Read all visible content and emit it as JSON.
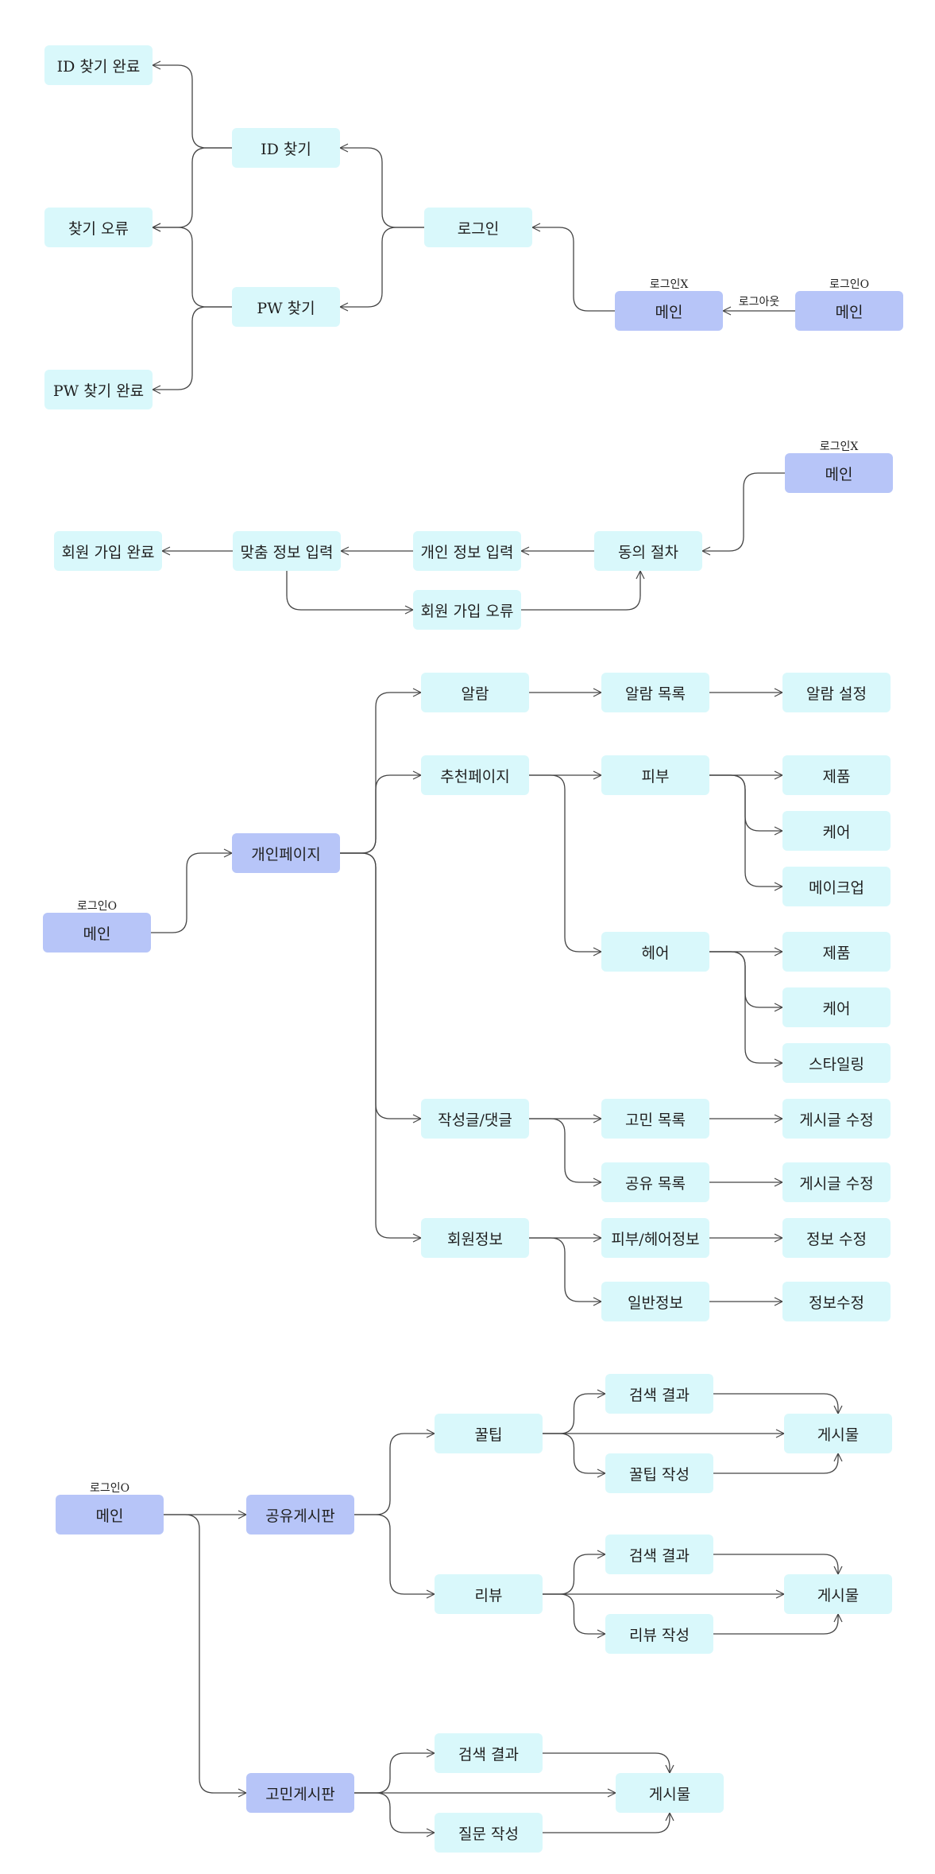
{
  "nodes": [
    {
      "id": "id_done",
      "label": "ID 찾기 완료",
      "kind": "normal"
    },
    {
      "id": "id_find",
      "label": "ID 찾기",
      "kind": "normal"
    },
    {
      "id": "find_err",
      "label": "찾기 오류",
      "kind": "normal"
    },
    {
      "id": "pw_find",
      "label": "PW 찾기",
      "kind": "normal"
    },
    {
      "id": "pw_done",
      "label": "PW 찾기 완료",
      "kind": "normal"
    },
    {
      "id": "login",
      "label": "로그인",
      "kind": "normal"
    },
    {
      "id": "main_x1",
      "label": "메인",
      "kind": "main",
      "tag": "로그인X"
    },
    {
      "id": "main_o1",
      "label": "메인",
      "kind": "main",
      "tag": "로그인O"
    },
    {
      "id": "main_x2",
      "label": "메인",
      "kind": "main",
      "tag": "로그인X"
    },
    {
      "id": "agree",
      "label": "동의 절차",
      "kind": "normal"
    },
    {
      "id": "personal_info",
      "label": "개인 정보 입력",
      "kind": "normal"
    },
    {
      "id": "custom_info",
      "label": "맞춤 정보 입력",
      "kind": "normal"
    },
    {
      "id": "signup_done",
      "label": "회원 가입 완료",
      "kind": "normal"
    },
    {
      "id": "signup_err",
      "label": "회원 가입 오류",
      "kind": "normal"
    },
    {
      "id": "main_o2",
      "label": "메인",
      "kind": "main",
      "tag": "로그인O"
    },
    {
      "id": "mypage",
      "label": "개인페이지",
      "kind": "main"
    },
    {
      "id": "alarm",
      "label": "알람",
      "kind": "normal"
    },
    {
      "id": "alarm_list",
      "label": "알람 목록",
      "kind": "normal"
    },
    {
      "id": "alarm_set",
      "label": "알람 설정",
      "kind": "normal"
    },
    {
      "id": "recommend",
      "label": "추천페이지",
      "kind": "normal"
    },
    {
      "id": "skin",
      "label": "피부",
      "kind": "normal"
    },
    {
      "id": "skin_prod",
      "label": "제품",
      "kind": "normal"
    },
    {
      "id": "skin_care",
      "label": "케어",
      "kind": "normal"
    },
    {
      "id": "skin_makeup",
      "label": "메이크업",
      "kind": "normal"
    },
    {
      "id": "hair",
      "label": "헤어",
      "kind": "normal"
    },
    {
      "id": "hair_prod",
      "label": "제품",
      "kind": "normal"
    },
    {
      "id": "hair_care",
      "label": "케어",
      "kind": "normal"
    },
    {
      "id": "hair_style",
      "label": "스타일링",
      "kind": "normal"
    },
    {
      "id": "posts",
      "label": "작성글/댓글",
      "kind": "normal"
    },
    {
      "id": "worry_list",
      "label": "고민 목록",
      "kind": "normal"
    },
    {
      "id": "worry_edit",
      "label": "게시글 수정",
      "kind": "normal"
    },
    {
      "id": "share_list",
      "label": "공유 목록",
      "kind": "normal"
    },
    {
      "id": "share_edit",
      "label": "게시글 수정",
      "kind": "normal"
    },
    {
      "id": "member",
      "label": "회원정보",
      "kind": "normal"
    },
    {
      "id": "skinhair_info",
      "label": "피부/헤어정보",
      "kind": "normal"
    },
    {
      "id": "info_edit",
      "label": "정보 수정",
      "kind": "normal"
    },
    {
      "id": "general_info",
      "label": "일반정보",
      "kind": "normal"
    },
    {
      "id": "info_edit2",
      "label": "정보수정",
      "kind": "normal"
    },
    {
      "id": "main_o3",
      "label": "메인",
      "kind": "main",
      "tag": "로그인O"
    },
    {
      "id": "share_board",
      "label": "공유게시판",
      "kind": "main"
    },
    {
      "id": "tips",
      "label": "꿀팁",
      "kind": "normal"
    },
    {
      "id": "tips_search",
      "label": "검색 결과",
      "kind": "normal"
    },
    {
      "id": "tips_post",
      "label": "게시물",
      "kind": "normal"
    },
    {
      "id": "tips_write",
      "label": "꿀팁 작성",
      "kind": "normal"
    },
    {
      "id": "review",
      "label": "리뷰",
      "kind": "normal"
    },
    {
      "id": "review_search",
      "label": "검색 결과",
      "kind": "normal"
    },
    {
      "id": "review_post",
      "label": "게시물",
      "kind": "normal"
    },
    {
      "id": "review_write",
      "label": "리뷰 작성",
      "kind": "normal"
    },
    {
      "id": "worry_board",
      "label": "고민게시판",
      "kind": "main"
    },
    {
      "id": "worry_search",
      "label": "검색 결과",
      "kind": "normal"
    },
    {
      "id": "worry_post",
      "label": "게시물",
      "kind": "normal"
    },
    {
      "id": "question_write",
      "label": "질문 작성",
      "kind": "normal"
    }
  ],
  "edges": [
    {
      "from": "main_x1",
      "to": "login"
    },
    {
      "from": "main_o1",
      "to": "main_x1",
      "label": "로그아웃"
    },
    {
      "from": "login",
      "to": "id_find"
    },
    {
      "from": "login",
      "to": "pw_find"
    },
    {
      "from": "id_find",
      "to": "id_done"
    },
    {
      "from": "id_find",
      "to": "find_err"
    },
    {
      "from": "pw_find",
      "to": "find_err"
    },
    {
      "from": "pw_find",
      "to": "pw_done"
    },
    {
      "from": "main_x2",
      "to": "agree"
    },
    {
      "from": "agree",
      "to": "personal_info"
    },
    {
      "from": "personal_info",
      "to": "custom_info"
    },
    {
      "from": "custom_info",
      "to": "signup_done"
    },
    {
      "from": "custom_info",
      "to": "signup_err"
    },
    {
      "from": "signup_err",
      "to": "agree"
    },
    {
      "from": "main_o2",
      "to": "mypage"
    },
    {
      "from": "mypage",
      "to": "alarm"
    },
    {
      "from": "mypage",
      "to": "recommend"
    },
    {
      "from": "mypage",
      "to": "posts"
    },
    {
      "from": "mypage",
      "to": "member"
    },
    {
      "from": "alarm",
      "to": "alarm_list"
    },
    {
      "from": "alarm_list",
      "to": "alarm_set"
    },
    {
      "from": "recommend",
      "to": "skin"
    },
    {
      "from": "recommend",
      "to": "hair"
    },
    {
      "from": "skin",
      "to": "skin_prod"
    },
    {
      "from": "skin",
      "to": "skin_care"
    },
    {
      "from": "skin",
      "to": "skin_makeup"
    },
    {
      "from": "hair",
      "to": "hair_prod"
    },
    {
      "from": "hair",
      "to": "hair_care"
    },
    {
      "from": "hair",
      "to": "hair_style"
    },
    {
      "from": "posts",
      "to": "worry_list"
    },
    {
      "from": "posts",
      "to": "share_list"
    },
    {
      "from": "worry_list",
      "to": "worry_edit"
    },
    {
      "from": "share_list",
      "to": "share_edit"
    },
    {
      "from": "member",
      "to": "skinhair_info"
    },
    {
      "from": "member",
      "to": "general_info"
    },
    {
      "from": "skinhair_info",
      "to": "info_edit"
    },
    {
      "from": "general_info",
      "to": "info_edit2"
    },
    {
      "from": "main_o3",
      "to": "share_board"
    },
    {
      "from": "main_o3",
      "to": "worry_board"
    },
    {
      "from": "share_board",
      "to": "tips"
    },
    {
      "from": "share_board",
      "to": "review"
    },
    {
      "from": "tips",
      "to": "tips_search"
    },
    {
      "from": "tips",
      "to": "tips_post"
    },
    {
      "from": "tips",
      "to": "tips_write"
    },
    {
      "from": "tips_search",
      "to": "tips_post"
    },
    {
      "from": "tips_write",
      "to": "tips_post"
    },
    {
      "from": "review",
      "to": "review_search"
    },
    {
      "from": "review",
      "to": "review_post"
    },
    {
      "from": "review",
      "to": "review_write"
    },
    {
      "from": "review_search",
      "to": "review_post"
    },
    {
      "from": "review_write",
      "to": "review_post"
    },
    {
      "from": "worry_board",
      "to": "worry_search"
    },
    {
      "from": "worry_board",
      "to": "worry_post"
    },
    {
      "from": "worry_board",
      "to": "question_write"
    },
    {
      "from": "worry_search",
      "to": "worry_post"
    },
    {
      "from": "question_write",
      "to": "worry_post"
    }
  ],
  "colors": {
    "node": "#d9f8fb",
    "main": "#b7c5f8",
    "edge": "#444444"
  }
}
